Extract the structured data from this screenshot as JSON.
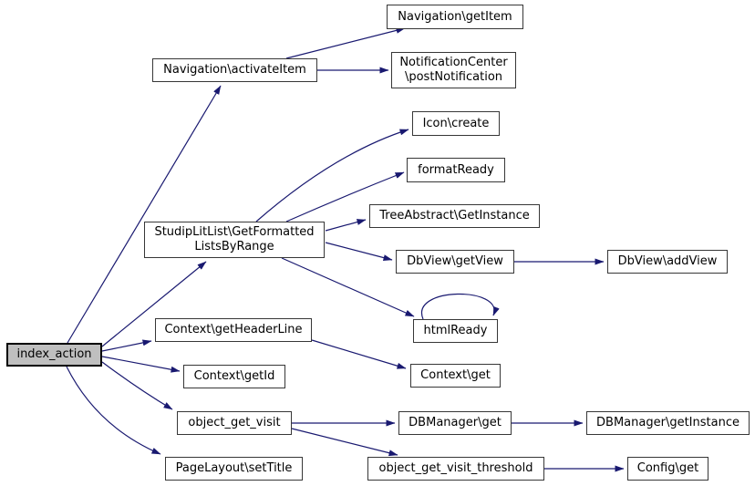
{
  "diagram_type": "doxygen-call-graph",
  "colors": {
    "edge": "#191970",
    "node_fill": "#ffffff",
    "node_border": "#373737",
    "highlight_fill": "#bfbfbf",
    "highlight_border": "#000000",
    "text": "#000000",
    "background": "#ffffff"
  },
  "nodes": {
    "index_action": {
      "label": "index_action"
    },
    "navigation_activateitem": {
      "label": "Navigation\\activateItem"
    },
    "navigation_getitem": {
      "label": "Navigation\\getItem"
    },
    "notificationcenter_postnotification": {
      "line1": "NotificationCenter",
      "line2": "\\postNotification"
    },
    "icon_create": {
      "label": "Icon\\create"
    },
    "formatready": {
      "label": "formatReady"
    },
    "treeabstract_getinstance": {
      "label": "TreeAbstract\\GetInstance"
    },
    "studiplitlist_getformattedlistsbyrange": {
      "line1": "StudipLitList\\GetFormatted",
      "line2": "ListsByRange"
    },
    "dbview_getview": {
      "label": "DbView\\getView"
    },
    "dbview_addview": {
      "label": "DbView\\addView"
    },
    "htmlready": {
      "label": "htmlReady"
    },
    "context_getheaderline": {
      "label": "Context\\getHeaderLine"
    },
    "context_get": {
      "label": "Context\\get"
    },
    "context_getid": {
      "label": "Context\\getId"
    },
    "object_get_visit": {
      "label": "object_get_visit"
    },
    "dbmanager_get": {
      "label": "DBManager\\get"
    },
    "dbmanager_getinstance": {
      "label": "DBManager\\getInstance"
    },
    "pagelayout_settitle": {
      "label": "PageLayout\\setTitle"
    },
    "object_get_visit_threshold": {
      "label": "object_get_visit_threshold"
    },
    "config_get": {
      "label": "Config\\get"
    }
  },
  "edges": [
    "index_action -> Navigation\\activateItem",
    "index_action -> StudipLitList\\GetFormattedListsByRange",
    "index_action -> Context\\getHeaderLine",
    "index_action -> Context\\getId",
    "index_action -> object_get_visit",
    "index_action -> PageLayout\\setTitle",
    "Navigation\\activateItem -> Navigation\\getItem",
    "Navigation\\activateItem -> NotificationCenter\\postNotification",
    "StudipLitList\\GetFormattedListsByRange -> Icon\\create",
    "StudipLitList\\GetFormattedListsByRange -> formatReady",
    "StudipLitList\\GetFormattedListsByRange -> TreeAbstract\\GetInstance",
    "StudipLitList\\GetFormattedListsByRange -> DbView\\getView",
    "StudipLitList\\GetFormattedListsByRange -> htmlReady",
    "DbView\\getView -> DbView\\addView",
    "htmlReady -> htmlReady",
    "Context\\getHeaderLine -> Context\\get",
    "object_get_visit -> DBManager\\get",
    "object_get_visit -> object_get_visit_threshold",
    "DBManager\\get -> DBManager\\getInstance",
    "object_get_visit_threshold -> Config\\get"
  ]
}
